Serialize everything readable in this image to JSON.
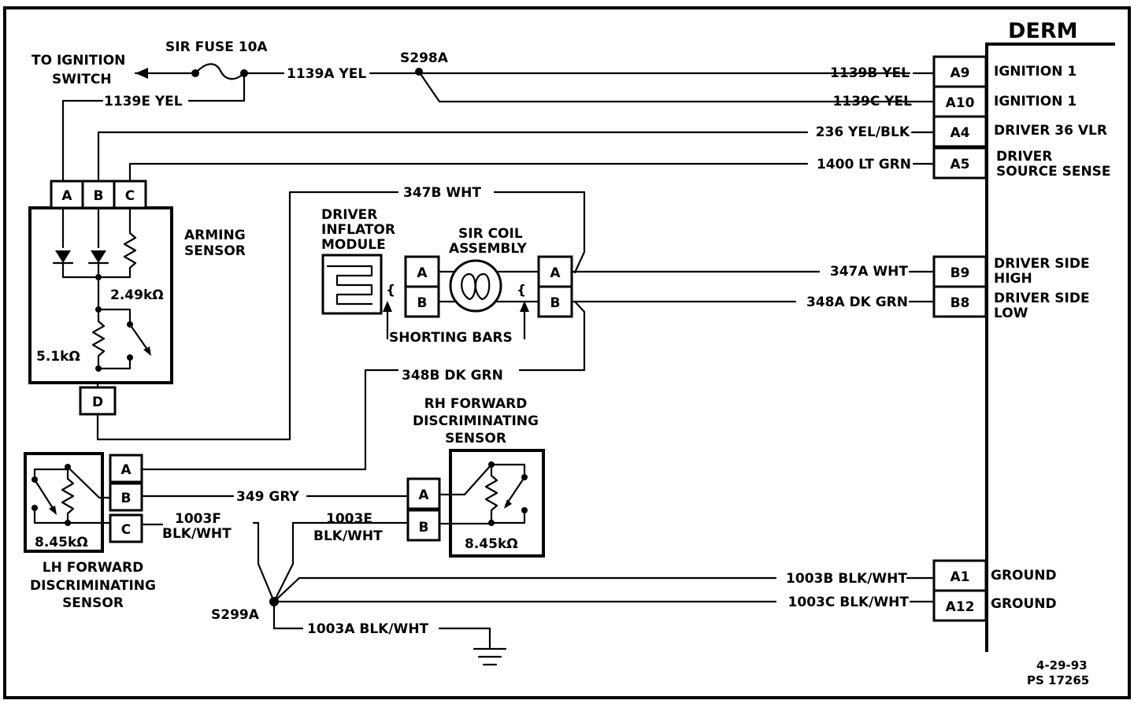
{
  "derm": {
    "title": "DERM",
    "pins": [
      {
        "pin": "A9",
        "label": "IGNITION 1",
        "wire": "1139B YEL"
      },
      {
        "pin": "A10",
        "label": "IGNITION 1",
        "wire": "1139C YEL"
      },
      {
        "pin": "A4",
        "label": "DRIVER 36 VLR",
        "wire": "236 YEL/BLK"
      },
      {
        "pin": "A5",
        "label": "DRIVER",
        "label2": "SOURCE SENSE",
        "wire": "1400 LT GRN"
      },
      {
        "pin": "B9",
        "label": "DRIVER SIDE",
        "label2": "HIGH",
        "wire": "347A WHT"
      },
      {
        "pin": "B8",
        "label": "DRIVER SIDE",
        "label2": "LOW",
        "wire": "348A DK GRN"
      },
      {
        "pin": "A1",
        "label": "GROUND",
        "wire": "1003B BLK/WHT"
      },
      {
        "pin": "A12",
        "label": "GROUND",
        "wire": "1003C BLK/WHT"
      }
    ]
  },
  "ignition": {
    "to_switch_1": "TO IGNITION",
    "to_switch_2": "SWITCH",
    "fuse": "SIR FUSE 10A",
    "wire_1139a": "1139A YEL",
    "splice_s298a": "S298A",
    "wire_1139e": "1139E YEL"
  },
  "arming_sensor": {
    "label_1": "ARMING",
    "label_2": "SENSOR",
    "pins": [
      "A",
      "B",
      "C",
      "D"
    ],
    "r1": "2.49kΩ",
    "r2": "5.1kΩ"
  },
  "inflator": {
    "module_1": "DRIVER",
    "module_2": "INFLATOR",
    "module_3": "MODULE",
    "coil_1": "SIR COIL",
    "coil_2": "ASSEMBLY",
    "shorting_bars": "SHORTING BARS",
    "wire_347b": "347B WHT",
    "wire_348b": "348B DK GRN",
    "pins": [
      "A",
      "B"
    ]
  },
  "lh_sensor": {
    "label_1": "LH FORWARD",
    "label_2": "DISCRIMINATING",
    "label_3": "SENSOR",
    "resistor": "8.45kΩ",
    "pins": [
      "A",
      "B",
      "C"
    ]
  },
  "rh_sensor": {
    "label_1": "RH FORWARD",
    "label_2": "DISCRIMINATING",
    "label_3": "SENSOR",
    "resistor": "8.45kΩ",
    "pins": [
      "A",
      "B"
    ]
  },
  "ground": {
    "wire_349": "349 GRY",
    "wire_1003f_1": "1003F",
    "wire_1003f_2": "BLK/WHT",
    "wire_1003e_1": "1003E",
    "wire_1003e_2": "BLK/WHT",
    "splice_s299a": "S299A",
    "wire_1003a": "1003A BLK/WHT"
  },
  "footer": {
    "date": "4-29-93",
    "code": "PS 17265"
  }
}
